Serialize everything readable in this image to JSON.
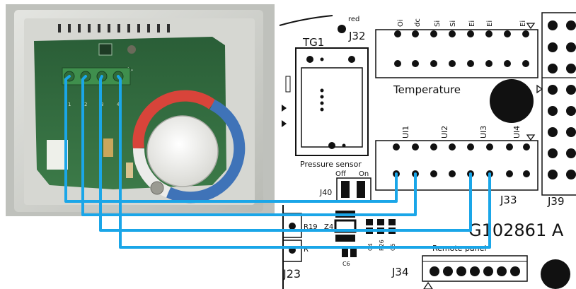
{
  "photo": {
    "terminal_labels": [
      "1",
      "2",
      "3",
      "4"
    ],
    "pcb_marking": "A-"
  },
  "board": {
    "label_red": "red",
    "label_j32": "J32",
    "label_tg1": "TG1",
    "label_temperature": "Temperature",
    "j32_pin_labels": [
      "Oi",
      "dc",
      "Si",
      "Si",
      "Ei",
      "Ei",
      "Ei"
    ],
    "label_pressure_sensor": "Pressure sensor",
    "label_off": "Off",
    "label_on": "On",
    "label_j40": "J40",
    "ui_labels": [
      "UI1",
      "UI2",
      "UI3",
      "UI4"
    ],
    "label_j33": "J33",
    "label_j39": "J39",
    "label_r19": "R19",
    "label_z4": "Z4",
    "label_r": "R",
    "label_c4": "C4",
    "label_r26": "R26",
    "label_c5": "C5",
    "label_c6": "C6",
    "label_part_number": "G102861 A",
    "label_remote_panel": "Remote panel",
    "label_j34": "J34",
    "label_j23": "J23"
  },
  "colors": {
    "wire": "#1aa6e8",
    "pcb_green": "#2f6b3e",
    "housing": "#cfd1cc",
    "terminal_green": "#3f8f4d",
    "knob_red": "#d8443a",
    "knob_blue": "#3f73b8"
  }
}
